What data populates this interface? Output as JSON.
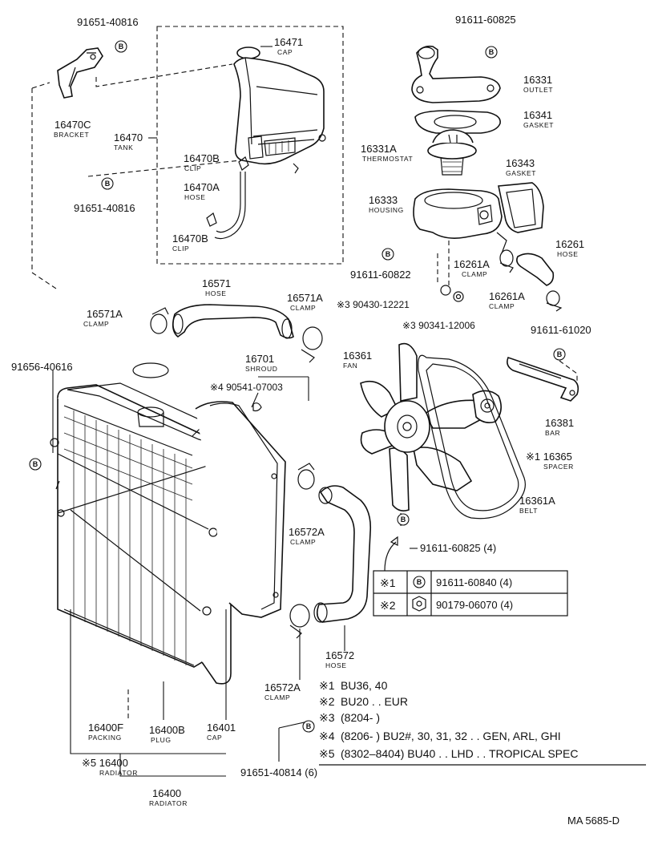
{
  "footer_code": "MA 5685-D",
  "callouts": [
    {
      "id": "c1",
      "number": "91651-40816",
      "name": ""
    },
    {
      "id": "c2",
      "number": "16471",
      "name": "CAP"
    },
    {
      "id": "c3",
      "number": "16470C",
      "name": "BRACKET"
    },
    {
      "id": "c4",
      "number": "16470",
      "name": "TANK"
    },
    {
      "id": "c5",
      "number": "16470B",
      "name": "CLIP"
    },
    {
      "id": "c6",
      "number": "16470A",
      "name": "HOSE"
    },
    {
      "id": "c7",
      "number": "16470B",
      "name": "CLIP"
    },
    {
      "id": "c8",
      "number": "91651-40816",
      "name": ""
    },
    {
      "id": "c9",
      "number": "91611-60825",
      "name": ""
    },
    {
      "id": "c10",
      "number": "16331",
      "name": "OUTLET"
    },
    {
      "id": "c11",
      "number": "16341",
      "name": "GASKET"
    },
    {
      "id": "c12",
      "number": "16331A",
      "name": "THERMOSTAT"
    },
    {
      "id": "c13",
      "number": "16343",
      "name": "GASKET"
    },
    {
      "id": "c14",
      "number": "16333",
      "name": "HOUSING"
    },
    {
      "id": "c15",
      "number": "16261",
      "name": "HOSE"
    },
    {
      "id": "c16",
      "number": "16261A",
      "name": "CLAMP"
    },
    {
      "id": "c17",
      "number": "91611-60822",
      "name": ""
    },
    {
      "id": "c18",
      "number": "16261A",
      "name": "CLAMP"
    },
    {
      "id": "c19",
      "number": "※3 90430-12221",
      "name": ""
    },
    {
      "id": "c20",
      "number": "※3 90341-12006",
      "name": ""
    },
    {
      "id": "c21",
      "number": "91611-61020",
      "name": ""
    },
    {
      "id": "c22",
      "number": "16571",
      "name": "HOSE"
    },
    {
      "id": "c23",
      "number": "16571A",
      "name": "CLAMP"
    },
    {
      "id": "c24",
      "number": "16571A",
      "name": "CLAMP"
    },
    {
      "id": "c25",
      "number": "16701",
      "name": "SHROUD"
    },
    {
      "id": "c26",
      "number": "16361",
      "name": "FAN"
    },
    {
      "id": "c27",
      "number": "91656-40616",
      "name": ""
    },
    {
      "id": "c28",
      "number": "※4 90541-07003",
      "name": ""
    },
    {
      "id": "c29",
      "number": "16381",
      "name": "BAR"
    },
    {
      "id": "c30",
      "number": "※1 16365",
      "name": "SPACER"
    },
    {
      "id": "c31",
      "number": "16572A",
      "name": "CLAMP"
    },
    {
      "id": "c32",
      "number": "16361A",
      "name": "BELT"
    },
    {
      "id": "c33",
      "number": "91611-60825 (4)",
      "name": ""
    },
    {
      "id": "c34",
      "number": "16572",
      "name": "HOSE"
    },
    {
      "id": "c35",
      "number": "16572A",
      "name": "CLAMP"
    },
    {
      "id": "c36",
      "number": "16400F",
      "name": "PACKING"
    },
    {
      "id": "c37",
      "number": "16400B",
      "name": "PLUG"
    },
    {
      "id": "c38",
      "number": "16401",
      "name": "CAP"
    },
    {
      "id": "c39",
      "number": "※5 16400",
      "name": "RADIATOR"
    },
    {
      "id": "c40",
      "number": "16400",
      "name": "RADIATOR"
    },
    {
      "id": "c41",
      "number": "91651-40814 (6)",
      "name": ""
    }
  ],
  "bolt_table": {
    "rows": [
      {
        "mark": "※1",
        "symbol": "B",
        "part": "91611-60840 (4)"
      },
      {
        "mark": "※2",
        "symbol": "nut",
        "part": "90179-06070 (4)"
      }
    ]
  },
  "notes": [
    {
      "mark": "※1",
      "text": "BU36, 40"
    },
    {
      "mark": "※2",
      "text": "BU20 . . EUR"
    },
    {
      "mark": "※3",
      "text": "(8204-              )"
    },
    {
      "mark": "※4",
      "text": "(8206-              )  BU2#, 30, 31, 32 . . GEN, ARL, GHI"
    },
    {
      "mark": "※5",
      "text": "(8302–8404)  BU40 . . LHD . . TROPICAL SPEC"
    }
  ]
}
